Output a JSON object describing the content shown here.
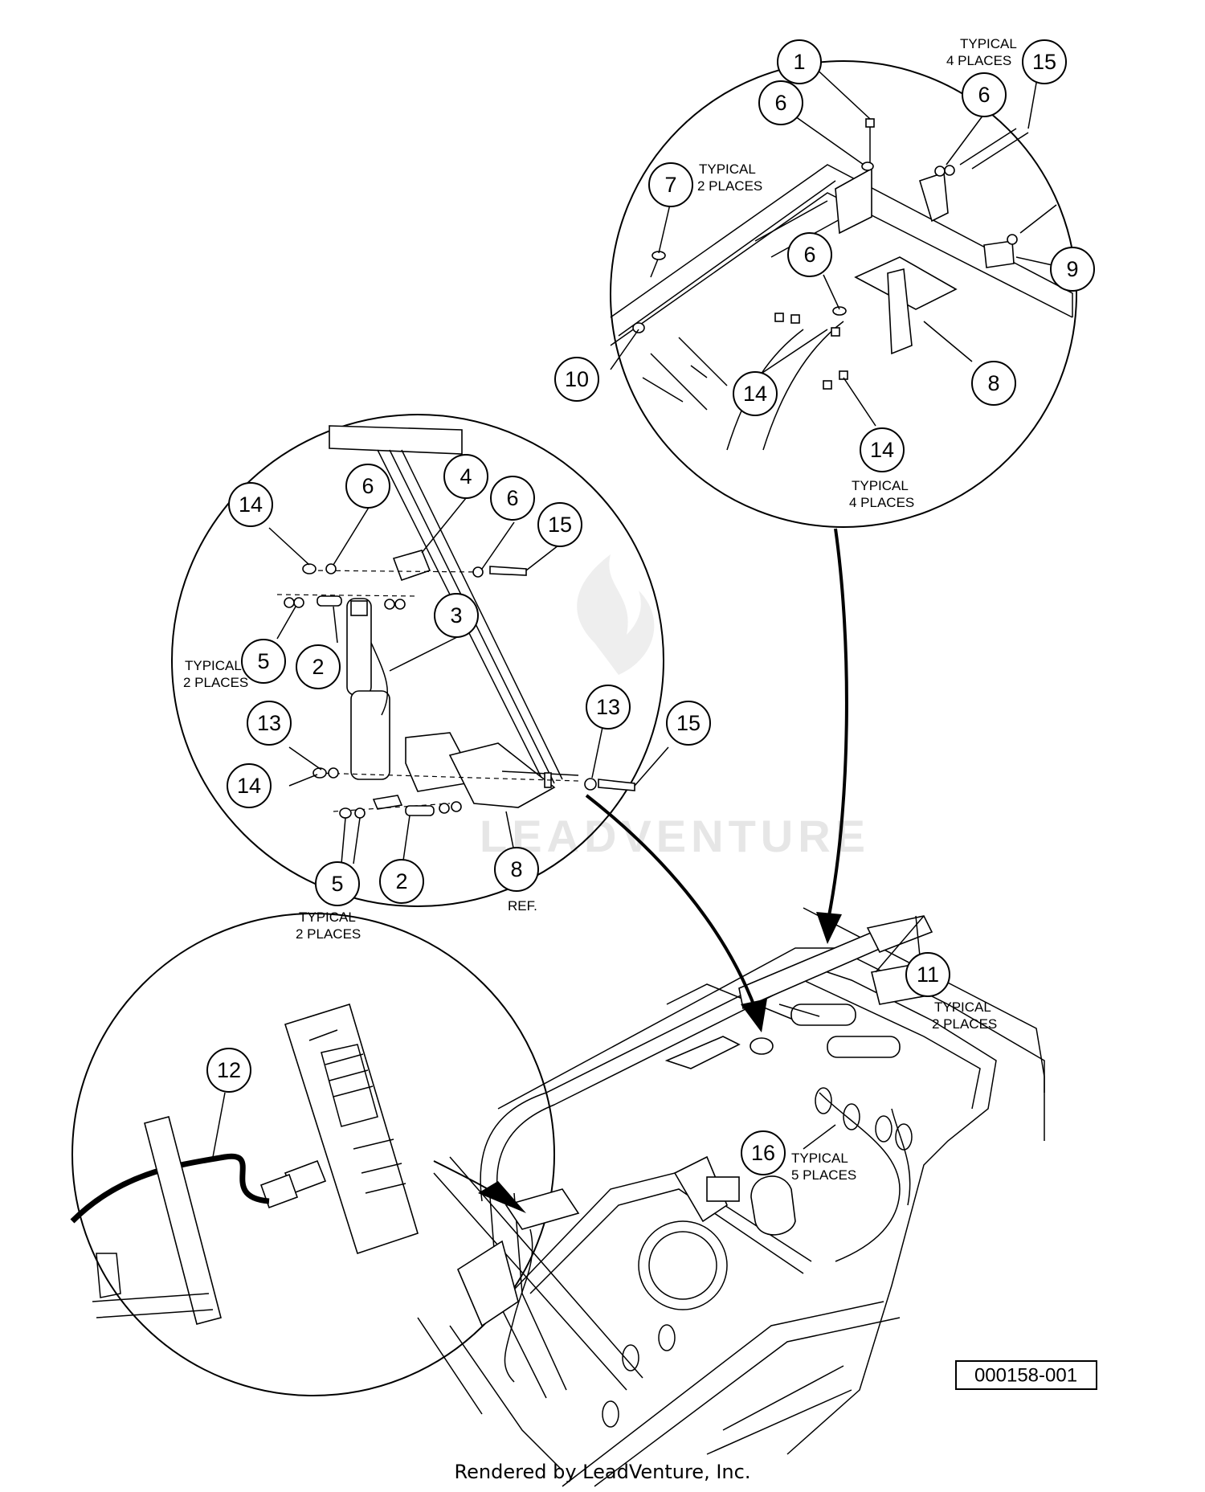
{
  "callouts": [
    {
      "n": "1"
    },
    {
      "n": "6"
    },
    {
      "n": "6"
    },
    {
      "n": "15"
    },
    {
      "n": "7"
    },
    {
      "n": "6"
    },
    {
      "n": "9"
    },
    {
      "n": "10"
    },
    {
      "n": "14"
    },
    {
      "n": "8"
    },
    {
      "n": "14"
    },
    {
      "n": "14"
    },
    {
      "n": "6"
    },
    {
      "n": "4"
    },
    {
      "n": "6"
    },
    {
      "n": "15"
    },
    {
      "n": "3"
    },
    {
      "n": "5"
    },
    {
      "n": "2"
    },
    {
      "n": "13"
    },
    {
      "n": "13"
    },
    {
      "n": "15"
    },
    {
      "n": "14"
    },
    {
      "n": "5"
    },
    {
      "n": "2"
    },
    {
      "n": "8"
    },
    {
      "n": "12"
    },
    {
      "n": "11"
    },
    {
      "n": "16"
    }
  ],
  "notes": {
    "typical_4_top_1": "TYPICAL",
    "typical_4_top_2": "4 PLACES",
    "typical_2_seven_1": "TYPICAL",
    "typical_2_seven_2": "2 PLACES",
    "typical_4_bottom_1": "TYPICAL",
    "typical_4_bottom_2": "4 PLACES",
    "typical_2_five_1": "TYPICAL",
    "typical_2_five_2": "2 PLACES",
    "typical_2_bottom_1": "TYPICAL",
    "typical_2_bottom_2": "2 PLACES",
    "ref": "REF.",
    "typical_2_frame_1": "TYPICAL",
    "typical_2_frame_2": "2 PLACES",
    "typical_5_1": "TYPICAL",
    "typical_5_2": "5 PLACES"
  },
  "watermark": "LEADVENTURE",
  "document_number": "000158-001",
  "credit": "Rendered by LeadVenture, Inc."
}
